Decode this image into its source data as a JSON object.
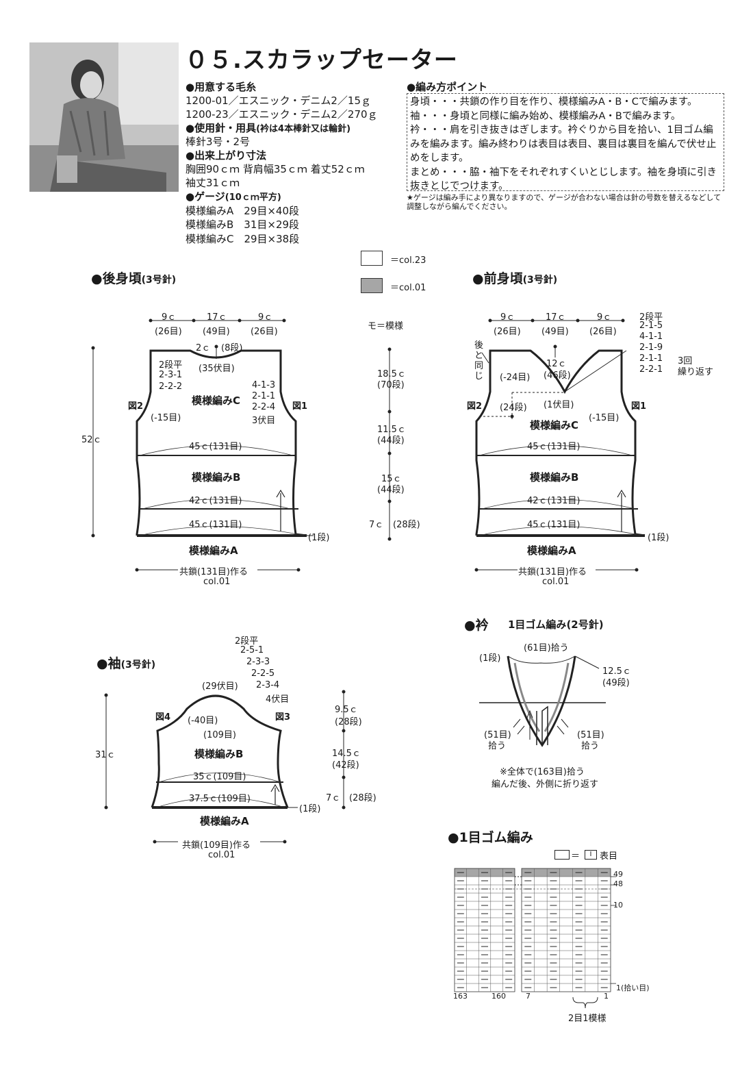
{
  "title": "０５.スカラップセーター",
  "materials": {
    "heading": "●用意する毛糸",
    "lines": [
      "1200-01／エスニック・デニム2／15ｇ",
      "1200-23／エスニック・デニム2／270ｇ"
    ]
  },
  "tools": {
    "heading": "●使用針・用具",
    "note": "(衿は4本棒針又は輪針)",
    "line": "棒針3号・2号"
  },
  "size": {
    "heading": "●出来上がり寸法",
    "lines": [
      "胸囲90ｃｍ 背肩幅35ｃｍ 着丈52ｃｍ",
      "袖丈31ｃｍ"
    ]
  },
  "gauge": {
    "heading": "●ゲージ",
    "note": "(10ｃｍ平方)",
    "lines": [
      "模様編みA　29目×40段",
      "模様編みB　31目×29段",
      "模様編みC　29目×38段"
    ]
  },
  "points": {
    "heading": "●編み方ポイント",
    "lines": [
      "身頃・・・共鎖の作り目を作り、模様編みA・B・Cで編みます。",
      "袖・・・身頃と同様に編み始め、模様編みA・Bで編みます。",
      "衿・・・肩を引き抜きはぎします。衿ぐりから目を拾い、1目ゴム編みを編みます。編み終わりは表目は表目、裏目は裏目を編んで伏せ止めをします。",
      "まとめ・・・脇・袖下をそれぞれすくいとじします。袖を身頃に引き抜きとじでつけます。"
    ],
    "note": "★ゲージは編み手により異なりますので、ゲージが合わない場合は針の号数を替えるなどして調整しながら編んでください。"
  },
  "legend": {
    "col23": "＝col.23",
    "col01": "＝col.01",
    "col23_color": "#ffffff",
    "col01_color": "#a6a6a6",
    "mo": "モ＝模様"
  },
  "back": {
    "heading": "●後身頃",
    "needle": "(3号針)",
    "top": [
      "9ｃ",
      "17ｃ",
      "9ｃ"
    ],
    "top_st": [
      "(26目)",
      "(49目)",
      "(26目)"
    ],
    "neck_depth": "2ｃ",
    "neck_rows": "(8段)",
    "neck_bind": "(35伏目)",
    "neck_dec": [
      "2段平",
      "2-3-1",
      "2-2-2"
    ],
    "arm_dec": [
      "4-1-3",
      "2-1-1",
      "2-2-4",
      "3伏目"
    ],
    "pattern_c": "模様編みC",
    "fig_left": "図2",
    "fig_right": "図1",
    "arm_st": "(-15目)",
    "height": "52ｃ",
    "w1": "45ｃ(131目)",
    "pattern_b": "模様編みB",
    "w2": "42ｃ(131目)",
    "w3": "45ｃ(131目)",
    "row1": "(1段)",
    "pattern_a": "模様編みA",
    "cast_on": "共鎖(131目)作る",
    "cast_col": "col.01"
  },
  "middle": {
    "h1": "18.5ｃ",
    "r1": "(70段)",
    "h2": "11.5ｃ",
    "r2": "(44段)",
    "h3": "15ｃ",
    "r3": "(44段)",
    "h4": "7ｃ",
    "r4": "(28段)"
  },
  "front": {
    "heading": "●前身頃",
    "needle": "(3号針)",
    "top": [
      "9ｃ",
      "17ｃ",
      "9ｃ"
    ],
    "top_st": [
      "(26目)",
      "(49目)",
      "(26目)"
    ],
    "same_as_back": "後と同じ",
    "neck_depth": "12ｃ",
    "neck_rows": "(46段)",
    "neck_st": "(-24目)",
    "neck_st2": "(24段)",
    "center_bind": "(1伏目)",
    "neck_dec": [
      "2段平",
      "2-1-5",
      "4-1-1",
      "2-1-9",
      "2-1-1",
      "2-2-1"
    ],
    "repeat_note": "3回",
    "repeat_note2": "繰り返す",
    "fig_left": "図2",
    "fig_right": "図1",
    "arm_st": "(-15目)",
    "pattern_c": "模様編みC",
    "w1": "45ｃ(131目)",
    "pattern_b": "模様編みB",
    "w2": "42ｃ(131目)",
    "w3": "45ｃ(131目)",
    "row1": "(1段)",
    "pattern_a": "模様編みA",
    "cast_on": "共鎖(131目)作る",
    "cast_col": "col.01"
  },
  "sleeve": {
    "heading": "●袖",
    "needle": "(3号針)",
    "cap_dec": [
      "2段平",
      "2-5-1",
      "2-3-3",
      "2-2-5",
      "2-3-4",
      "4伏目"
    ],
    "top_bind": "(29伏目)",
    "fig_left": "図4",
    "fig_right": "図3",
    "cap_st": "(-40目)",
    "cap_base": "(109目)",
    "height": "31ｃ",
    "pattern_b": "模様編みB",
    "w1": "35ｃ(109目)",
    "w2": "37.5ｃ(109目)",
    "row1": "(1段)",
    "pattern_a": "模様編みA",
    "cast_on": "共鎖(109目)作る",
    "cast_col": "col.01",
    "h1": "9.5ｃ",
    "r1": "(28段)",
    "h2": "14.5ｃ",
    "r2": "(42段)",
    "h3": "7ｃ",
    "r3": "(28段)"
  },
  "collar": {
    "heading": "●衿",
    "sub": "1目ゴム編み(2号針)",
    "pick_top": "(61目)拾う",
    "row1": "(1段)",
    "width": "12.5ｃ",
    "rows": "(49段)",
    "left": "(51目)",
    "left2": "拾う",
    "right": "(51目)",
    "right2": "拾う",
    "note1": "※全体で(163目)拾う",
    "note2": "編んだ後、外側に折り返す"
  },
  "rib": {
    "heading": "●1目ゴム編み",
    "legend": "＝",
    "legend2": "表目",
    "row_labels": [
      "49",
      "48",
      "10",
      "1(拾い目)"
    ],
    "col_labels": [
      "163",
      "160",
      "7",
      "1"
    ],
    "repeat": "2目1模様"
  }
}
